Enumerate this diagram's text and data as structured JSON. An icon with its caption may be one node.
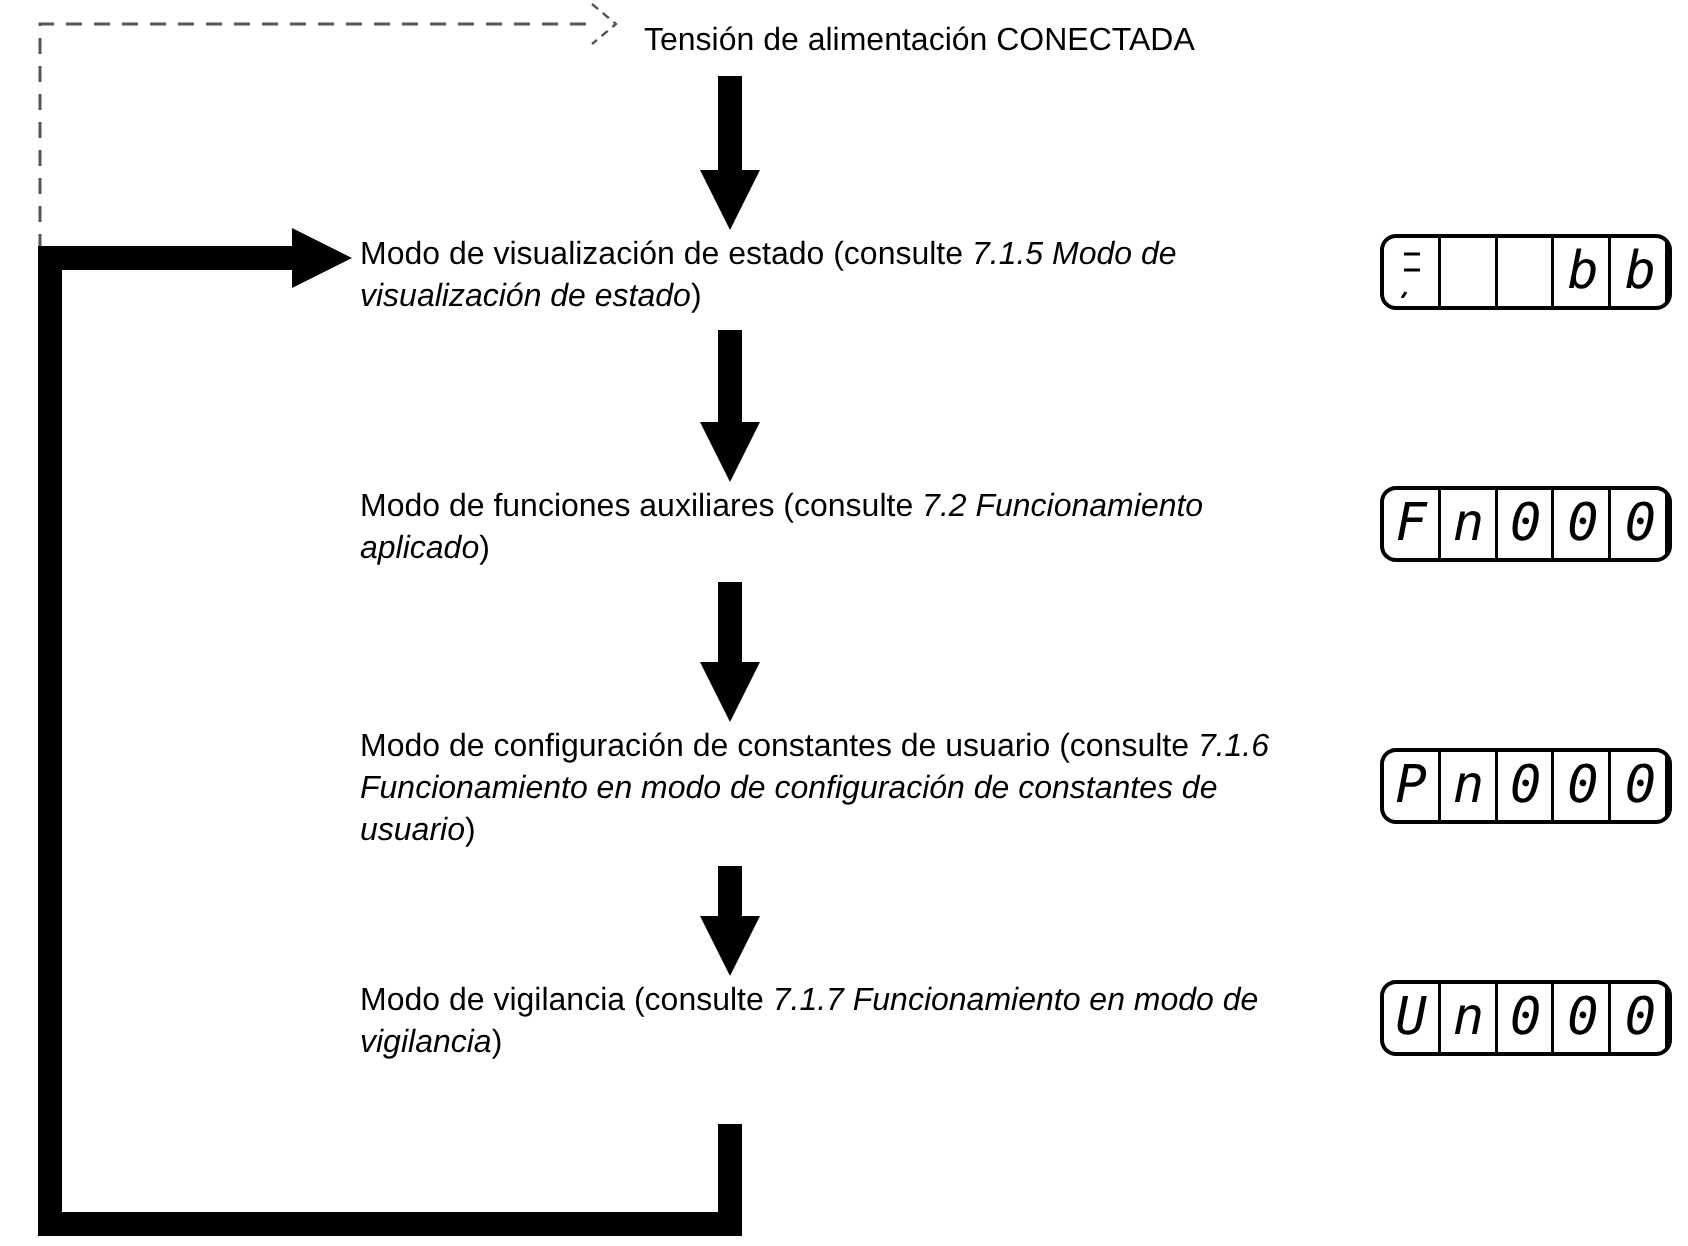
{
  "diagram": {
    "nodes": [
      {
        "text": [
          "Tensión de alimentación CONECTADA"
        ]
      },
      {
        "text": [
          "Modo de visualización de estado (consulte *7.1.5 Modo de visualización de estado*)"
        ]
      },
      {
        "text": [
          "Modo de funciones auxiliares (consulte *7.2 Funcionamiento aplicado*)"
        ]
      },
      {
        "text": [
          "Modo de configuración de constantes de usuario (consulte *7.1.6 Funcionamiento en modo de configuración de constantes de usuario*)"
        ]
      },
      {
        "text": [
          "Modo de vigilancia (consulte *7.1.7 Funcionamiento en modo de vigilancia*)"
        ]
      }
    ],
    "edges": [
      {
        "from": null,
        "to": 0,
        "arrow": "to",
        "style": "dashed"
      },
      {
        "from": 0,
        "to": 1,
        "arrow": "to"
      },
      {
        "from": 1,
        "to": 2,
        "arrow": "to"
      },
      {
        "from": 2,
        "to": 3,
        "arrow": "to"
      },
      {
        "from": 3,
        "to": 4,
        "arrow": "to"
      },
      {
        "from": 4,
        "to": 1,
        "arrow": "to"
      }
    ],
    "labels": [
      "bb",
      "Fn000",
      "Pn000",
      "Un000"
    ]
  }
}
